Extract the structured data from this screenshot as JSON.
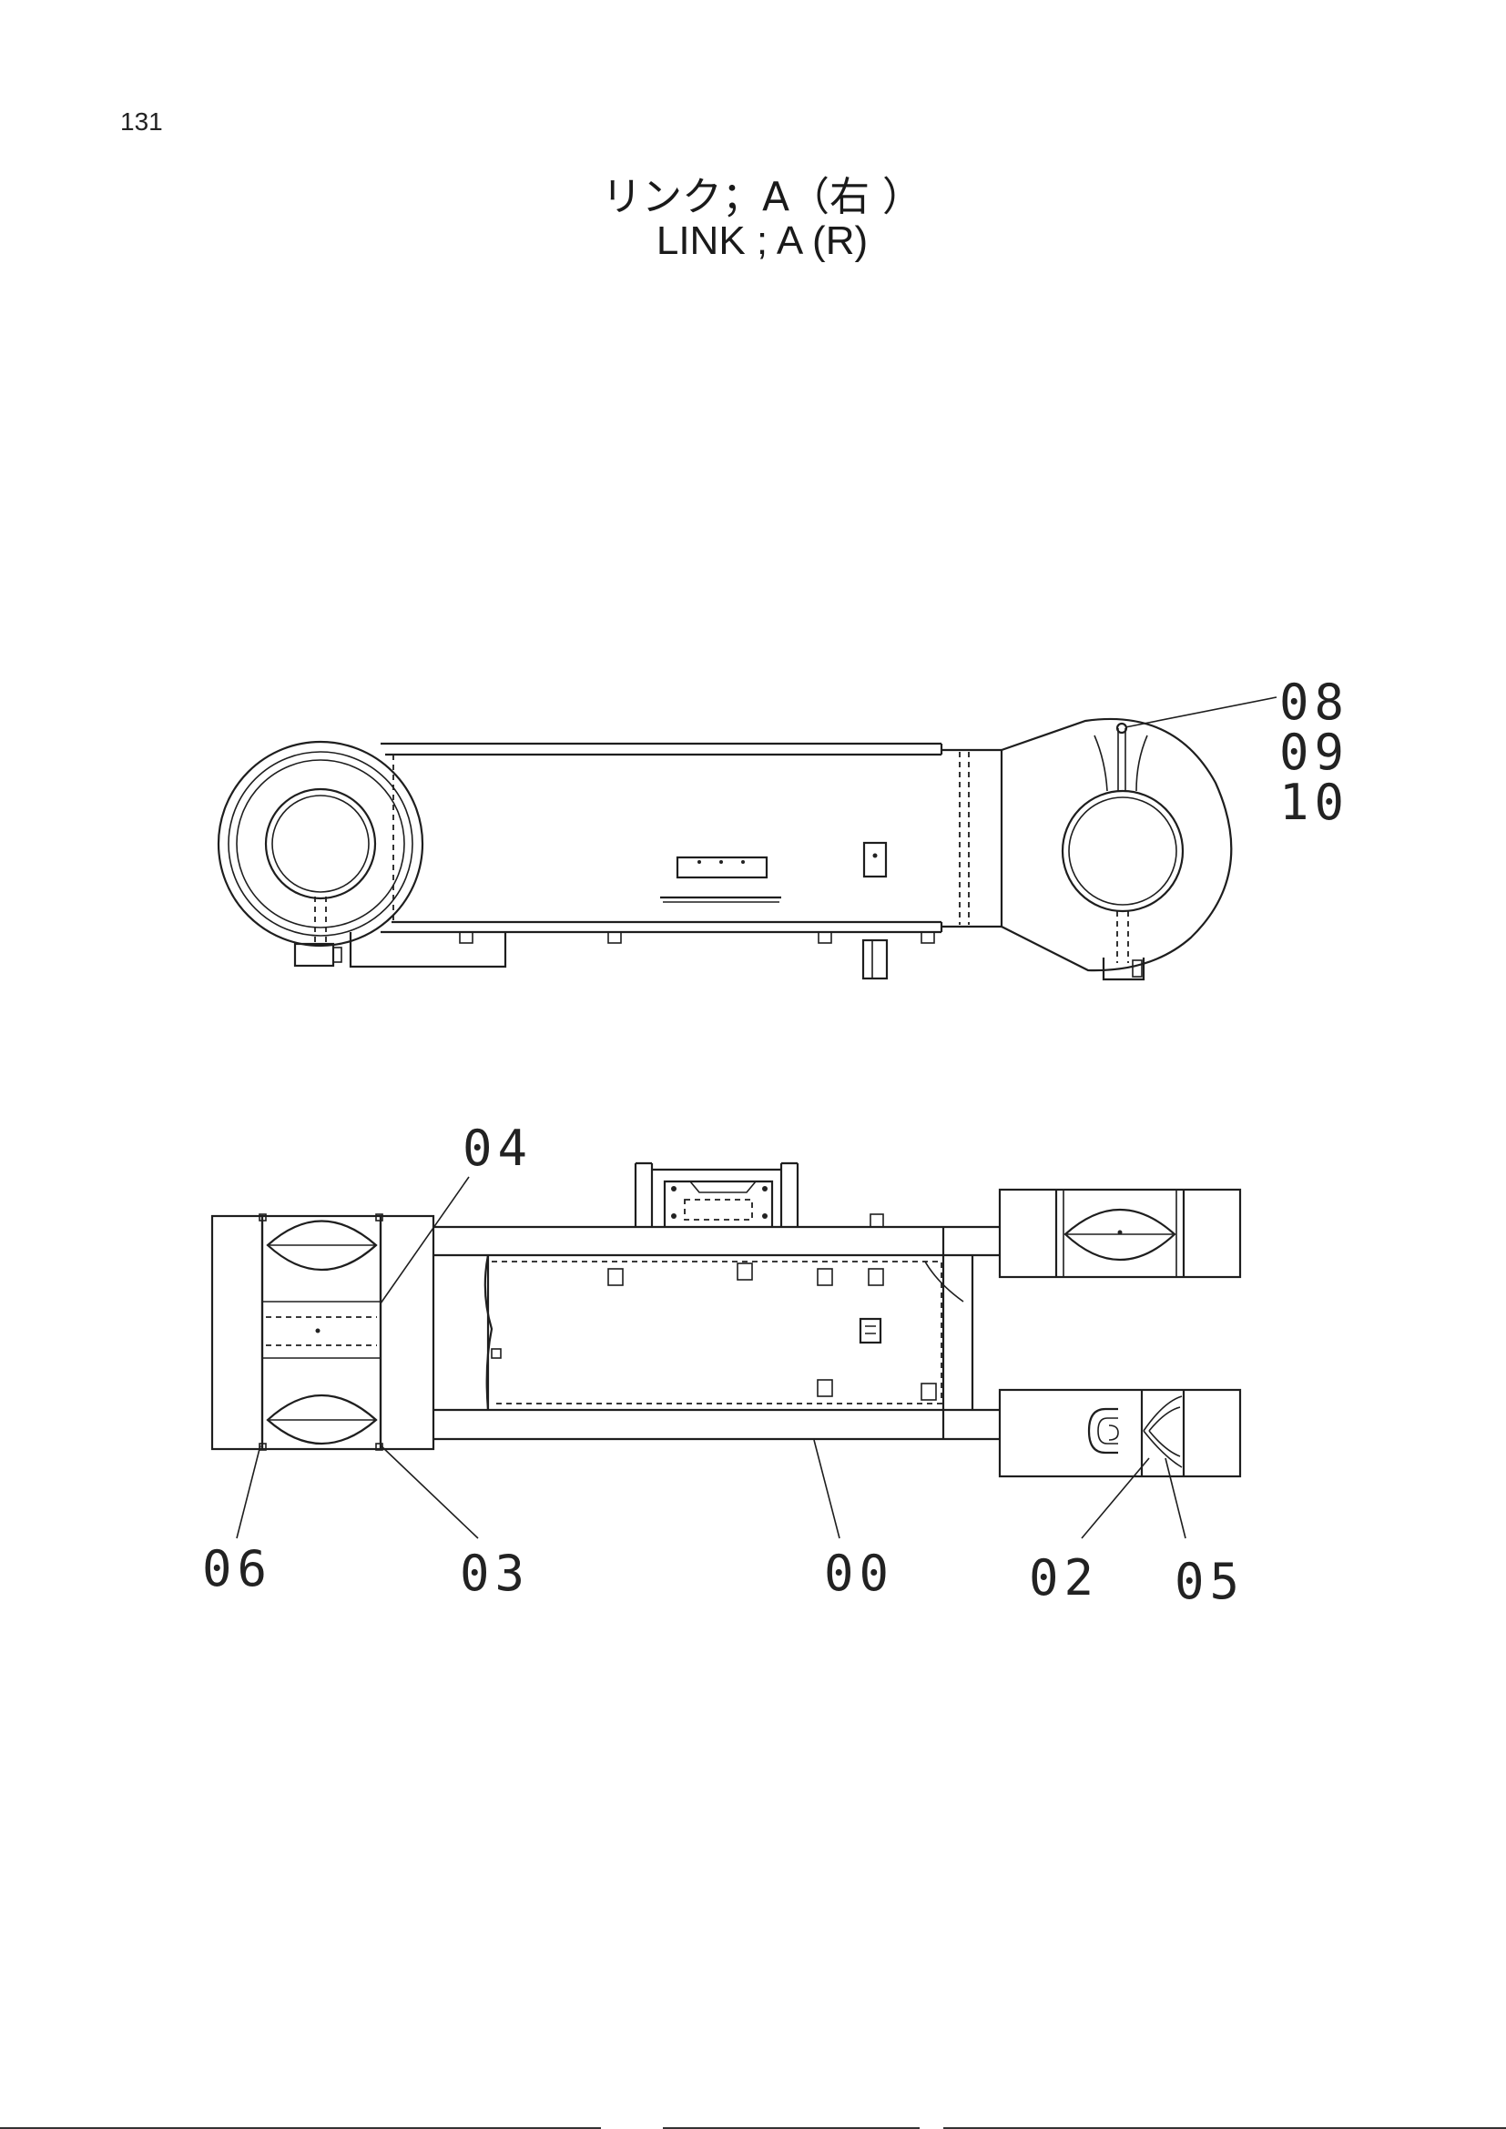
{
  "page": {
    "number": "131",
    "title_jp": "リンク；A（右 ）",
    "title_en": "LINK ; A (R)"
  },
  "callouts": {
    "c08": "08",
    "c09": "09",
    "c10": "10",
    "c04": "04",
    "c06": "06",
    "c03": "03",
    "c00": "00",
    "c02": "02",
    "c05": "05"
  }
}
